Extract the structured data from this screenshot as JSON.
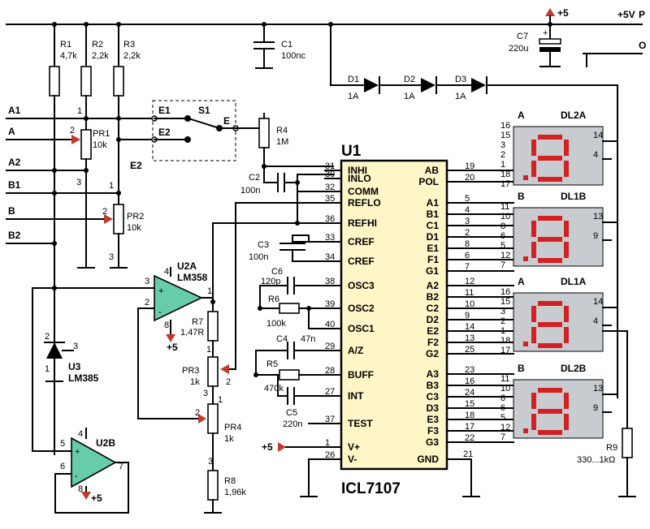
{
  "power": {
    "plus5_top": "+5",
    "plus5_right": "+5V",
    "p_label": "P",
    "o_label": "O",
    "plus5_pin1": "+5",
    "plus5_u2a": "+5",
    "plus5_u2b": "+5"
  },
  "resistors": {
    "r1": {
      "name": "R1",
      "value": "4,7k"
    },
    "r2": {
      "name": "R2",
      "value": "2,2k"
    },
    "r3": {
      "name": "R3",
      "value": "2,2k"
    },
    "r4": {
      "name": "R4",
      "value": "1M"
    },
    "r5": {
      "name": "R5",
      "value": "470k"
    },
    "r6": {
      "name": "R6",
      "value": "100k"
    },
    "r7": {
      "name": "R7",
      "value": "1,47R"
    },
    "r8": {
      "name": "R8",
      "value": "1,96k"
    },
    "r9": {
      "name": "R9",
      "value": "330...1kΩ"
    }
  },
  "pots": {
    "pr1": {
      "name": "PR1",
      "value": "10k"
    },
    "pr2": {
      "name": "PR2",
      "value": "10k"
    },
    "pr3": {
      "name": "PR3",
      "value": "1k"
    },
    "pr4": {
      "name": "PR4",
      "value": "1k"
    }
  },
  "capacitors": {
    "c1": {
      "name": "C1",
      "value": "100nc"
    },
    "c2": {
      "name": "C2",
      "value": "100n"
    },
    "c3": {
      "name": "C3",
      "value": "100n"
    },
    "c4": {
      "name": "C4",
      "value": "47n"
    },
    "c5": {
      "name": "C5",
      "value": "220n"
    },
    "c6": {
      "name": "C6",
      "value": "120p"
    },
    "c7": {
      "name": "C7",
      "value": "220u"
    }
  },
  "diodes": {
    "d1": {
      "name": "D1",
      "value": "1A"
    },
    "d2": {
      "name": "D2",
      "value": "1A"
    },
    "d3": {
      "name": "D3",
      "value": "1A"
    }
  },
  "inputs": {
    "a1": "A1",
    "a": "A",
    "a2": "A2",
    "b1": "B1",
    "b": "B",
    "b2": "B2"
  },
  "switch": {
    "name": "S1",
    "e1": "E1",
    "e2": "E2",
    "e": "E",
    "e2_node": "E2"
  },
  "u3": {
    "name": "U3",
    "part": "LM385"
  },
  "u2a": {
    "name": "U2A",
    "part": "LM358"
  },
  "u2b": {
    "name": "U2B"
  },
  "u1": {
    "name": "U1",
    "part": "ICL7107",
    "left_pins": [
      {
        "num": "31",
        "label": "INHI"
      },
      {
        "num": "30",
        "label": "INLO"
      },
      {
        "num": "32",
        "label": "COMM"
      },
      {
        "num": "35",
        "label": "REFLO"
      },
      {
        "num": "36",
        "label": "REFHI"
      },
      {
        "num": "33",
        "label": "CREF"
      },
      {
        "num": "34",
        "label": "CREF"
      },
      {
        "num": "38",
        "label": "OSC3"
      },
      {
        "num": "39",
        "label": "OSC2"
      },
      {
        "num": "40",
        "label": "OSC1"
      },
      {
        "num": "29",
        "label": "A/Z"
      },
      {
        "num": "28",
        "label": "BUFF"
      },
      {
        "num": "27",
        "label": "INT"
      },
      {
        "num": "37",
        "label": "TEST"
      },
      {
        "num": "1",
        "label": "V+"
      },
      {
        "num": "26",
        "label": "V-"
      }
    ],
    "right_pins": [
      {
        "num": "19",
        "label": "AB"
      },
      {
        "num": "20",
        "label": "POL"
      },
      {
        "num": "5",
        "label": "A1"
      },
      {
        "num": "4",
        "label": "B1"
      },
      {
        "num": "3",
        "label": "C1"
      },
      {
        "num": "2",
        "label": "D1"
      },
      {
        "num": "8",
        "label": "E1"
      },
      {
        "num": "6",
        "label": "F1"
      },
      {
        "num": "7",
        "label": "G1"
      },
      {
        "num": "12",
        "label": "A2"
      },
      {
        "num": "11",
        "label": "B2"
      },
      {
        "num": "10",
        "label": "C2"
      },
      {
        "num": "9",
        "label": "D2"
      },
      {
        "num": "14",
        "label": "E2"
      },
      {
        "num": "13",
        "label": "F2"
      },
      {
        "num": "25",
        "label": "G2"
      },
      {
        "num": "23",
        "label": "A3"
      },
      {
        "num": "16",
        "label": "B3"
      },
      {
        "num": "24",
        "label": "C3"
      },
      {
        "num": "15",
        "label": "D3"
      },
      {
        "num": "18",
        "label": "E3"
      },
      {
        "num": "17",
        "label": "F3"
      },
      {
        "num": "22",
        "label": "G3"
      },
      {
        "num": "21",
        "label": "GND"
      }
    ]
  },
  "displays": [
    {
      "name": "DL2A",
      "tag": "A",
      "pins": [
        "16",
        "15",
        "3",
        "2",
        "1",
        "18",
        "17"
      ],
      "com": "14",
      "dp": "4"
    },
    {
      "name": "DL1B",
      "tag": "B",
      "pins": [
        "11",
        "10",
        "8",
        "6",
        "5",
        "12",
        "7"
      ],
      "com": "13",
      "dp": "9"
    },
    {
      "name": "DL1A",
      "tag": "A",
      "pins": [
        "16",
        "15",
        "3",
        "2",
        "1",
        "18",
        "17"
      ],
      "com": "14",
      "dp": "4"
    },
    {
      "name": "DL2B",
      "tag": "B",
      "pins": [
        "11",
        "10",
        "8",
        "6",
        "5",
        "12",
        "7"
      ],
      "com": "13",
      "dp": "9"
    }
  ]
}
